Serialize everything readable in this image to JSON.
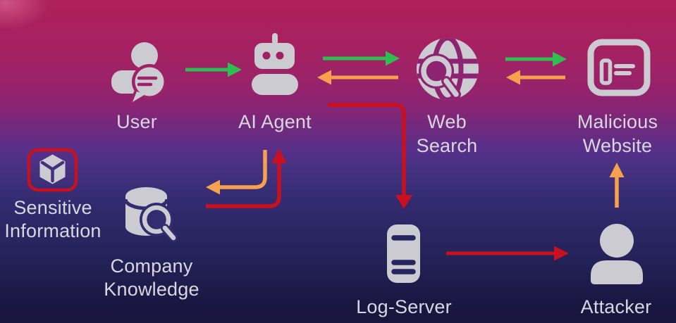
{
  "diagram": {
    "description": "Flow diagram: AI agent connecting User, Web Search, Malicious Website, Company Knowledge, Log-Server and Attacker"
  },
  "colors": {
    "bg_top": "#AE2058",
    "bg_mid": "#563089",
    "bg_bottom": "#19153E",
    "icon_gray": "#CCCBD2",
    "label_text": "#D9D7DE",
    "arrow_green": "#2FBE50",
    "arrow_orange": "#F6A14E",
    "arrow_red": "#C9101E",
    "highlight_red": "#C9101E"
  },
  "nodes": {
    "user": {
      "lines": [
        "User"
      ]
    },
    "ai_agent": {
      "lines": [
        "AI Agent"
      ]
    },
    "web_search": {
      "lines": [
        "Web",
        "Search"
      ]
    },
    "malicious_website": {
      "lines": [
        "Malicious",
        "Website"
      ]
    },
    "sensitive_information": {
      "lines": [
        "Sensitive",
        "Information"
      ]
    },
    "company_knowledge": {
      "lines": [
        "Company",
        "Knowledge"
      ]
    },
    "log_server": {
      "lines": [
        "Log-Server"
      ]
    },
    "attacker": {
      "lines": [
        "Attacker"
      ]
    }
  },
  "edges": [
    {
      "from": "user",
      "to": "ai_agent",
      "color": "green"
    },
    {
      "from": "ai_agent",
      "to": "web_search",
      "color": "green"
    },
    {
      "from": "web_search",
      "to": "ai_agent",
      "color": "orange"
    },
    {
      "from": "web_search",
      "to": "malicious_website",
      "color": "green"
    },
    {
      "from": "malicious_website",
      "to": "web_search",
      "color": "orange"
    },
    {
      "from": "ai_agent",
      "to": "company_knowledge",
      "color": "orange"
    },
    {
      "from": "company_knowledge",
      "to": "ai_agent",
      "color": "red"
    },
    {
      "from": "ai_agent",
      "to": "log_server",
      "color": "red"
    },
    {
      "from": "log_server",
      "to": "attacker",
      "color": "red"
    },
    {
      "from": "attacker",
      "to": "malicious_website",
      "color": "orange"
    }
  ]
}
